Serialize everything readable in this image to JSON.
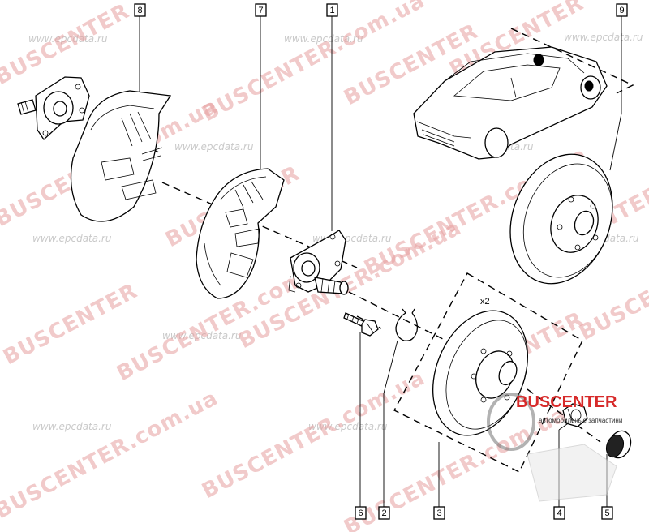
{
  "callouts": [
    "8",
    "7",
    "1",
    "9",
    "6",
    "2",
    "3",
    "4",
    "5"
  ],
  "quantity_label": "x2",
  "watermark_brand": "BUSCENTER",
  "watermark_brand_ua": "BUSCENTER.com.ua",
  "watermark_epc": "www.epcdata.ru",
  "logo": {
    "name": "BUSCENTER",
    "subtitle": "автомобильные запчастини"
  },
  "colors": {
    "line": "#000000",
    "watermark_red": "#e7a0a0",
    "watermark_grey": "#bcbcbc",
    "logo_red": "#d72a2a"
  }
}
